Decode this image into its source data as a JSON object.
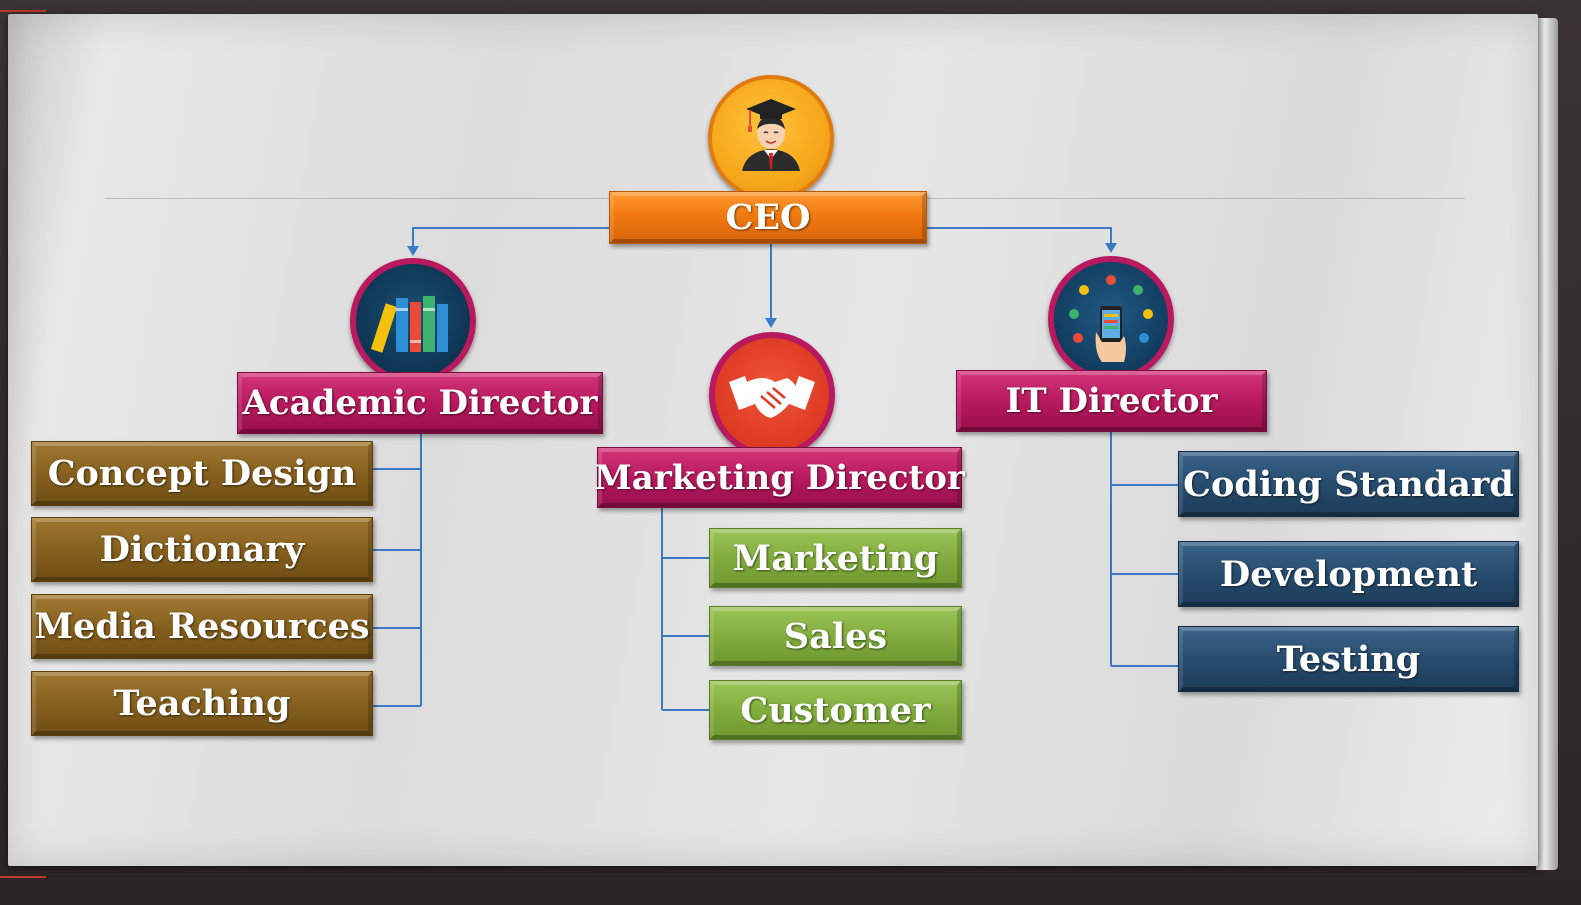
{
  "colors": {
    "orange": "#f07a10",
    "magenta": "#b8195f",
    "brown": "#86601e",
    "green": "#82ad3e",
    "navy": "#274c6e",
    "connector": "#3b7bc4"
  },
  "icons": {
    "ceo": "graduate-icon",
    "academic": "books-icon",
    "marketing": "handshake-icon",
    "it": "smartphone-apps-icon"
  },
  "org": {
    "ceo": "CEO",
    "academic": {
      "title": "Academic Director",
      "children": [
        "Concept Design",
        "Dictionary",
        "Media Resources",
        "Teaching"
      ]
    },
    "marketing": {
      "title": "Marketing Director",
      "children": [
        "Marketing",
        "Sales",
        "Customer"
      ]
    },
    "it": {
      "title": "IT Director",
      "children": [
        "Coding Standard",
        "Development",
        "Testing"
      ]
    }
  }
}
